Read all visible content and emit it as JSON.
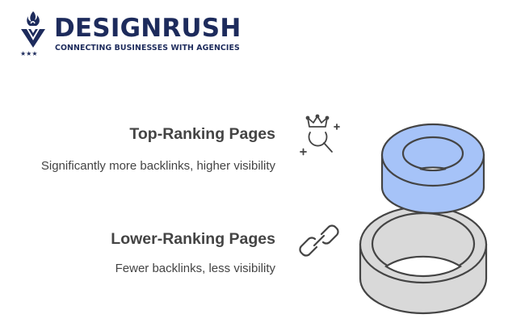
{
  "logo": {
    "brand": "DESIGNRUSH",
    "tagline": "CONNECTING BUSINESSES WITH AGENCIES",
    "color": "#1d2b5c"
  },
  "stages": [
    {
      "title": "Top-Ranking Pages",
      "description": "Significantly more backlinks, higher visibility",
      "icon": "crown-magnifier-icon",
      "ring_color": "#a6c3f8"
    },
    {
      "title": "Lower-Ranking Pages",
      "description": "Fewer backlinks, less visibility",
      "icon": "chain-link-icon",
      "ring_color": "#d9d9d9"
    }
  ],
  "colors": {
    "text": "#444444",
    "stroke": "#444444",
    "top_ring": "#a6c3f8",
    "bottom_ring": "#d9d9d9"
  }
}
